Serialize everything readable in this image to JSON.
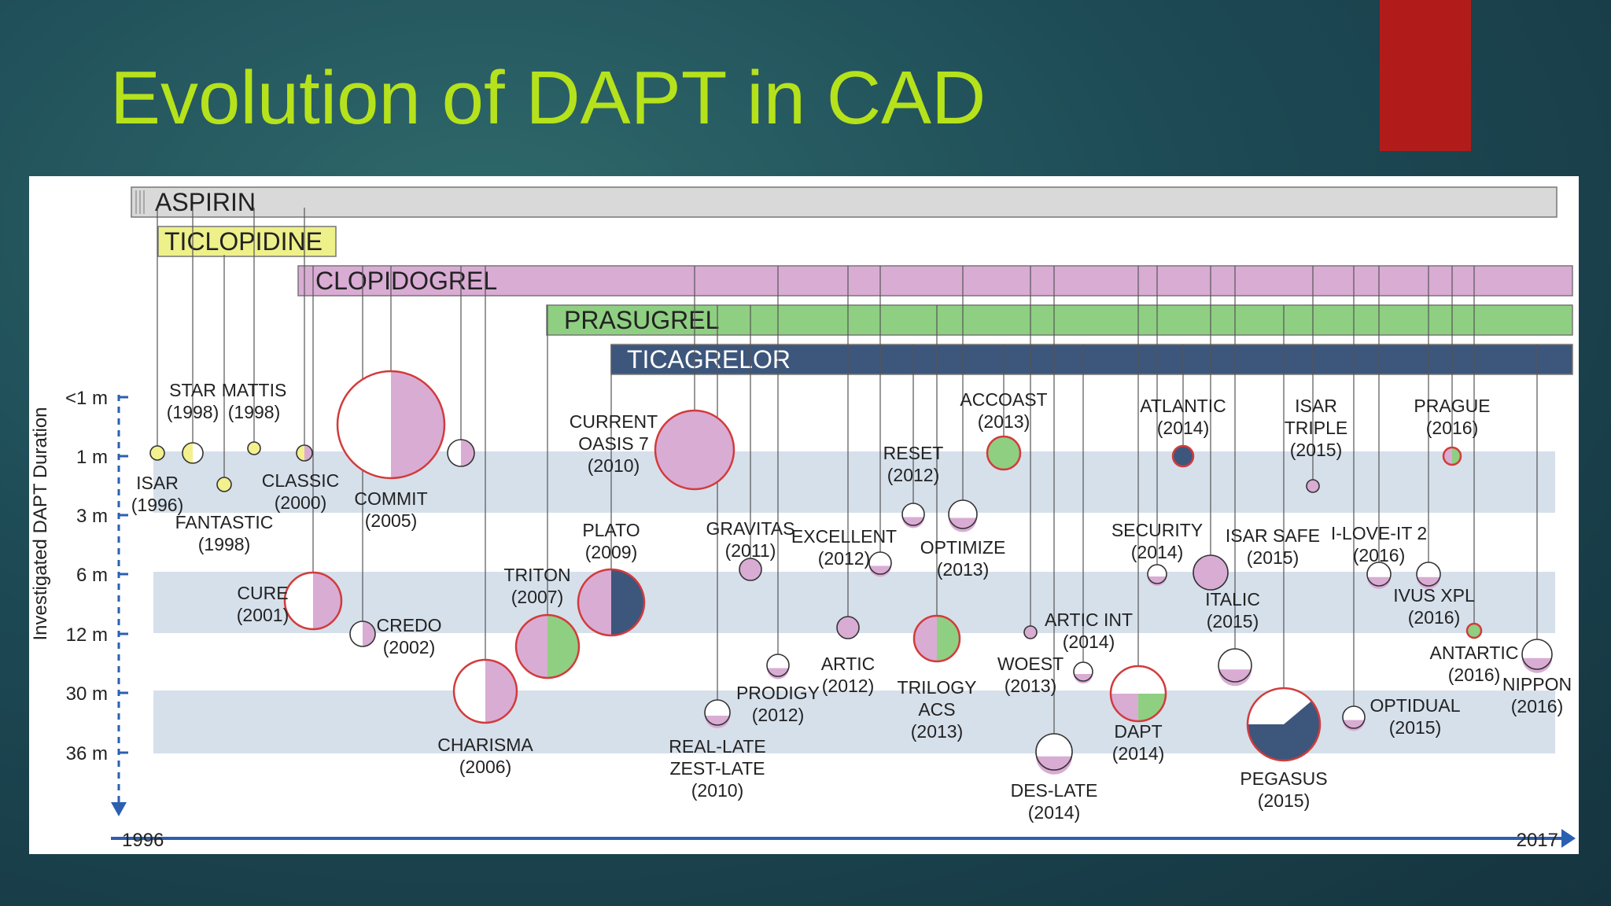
{
  "title": "Evolution of DAPT in CAD",
  "drugs": [
    {
      "name": "ASPIRIN",
      "color": "#d9d9d9",
      "text": "#222222"
    },
    {
      "name": "TICLOPIDINE",
      "color": "#eef08a",
      "text": "#222222"
    },
    {
      "name": "CLOPIDOGREL",
      "color": "#d9acd4",
      "text": "#222222"
    },
    {
      "name": "PRASUGREL",
      "color": "#8fcf82",
      "text": "#222222"
    },
    {
      "name": "TICAGRELOR",
      "color": "#3d567c",
      "text": "#ffffff"
    }
  ],
  "y_axis": {
    "label": "Investigated DAPT Duration",
    "levels": [
      "<1 m",
      "1 m",
      "3 m",
      "6 m",
      "12 m",
      "30 m",
      "36 m"
    ]
  },
  "x_axis": {
    "start": "1996",
    "end": "2017"
  },
  "trials": [
    {
      "name": "ISAR",
      "year": "(1996)",
      "size": "s",
      "fill": "yellow"
    },
    {
      "name": "STAR",
      "year": "(1998)",
      "size": "m",
      "fill": "yellow-white"
    },
    {
      "name": "FANTASTIC",
      "year": "(1998)",
      "size": "s",
      "fill": "yellow"
    },
    {
      "name": "MATTIS",
      "year": "(1998)",
      "size": "s",
      "fill": "yellow"
    },
    {
      "name": "CLASSIC",
      "year": "(2000)",
      "size": "s",
      "fill": "yellow-pink"
    },
    {
      "name": "COMMIT",
      "year": "(2005)",
      "size": "xl",
      "fill": "white-pink"
    },
    {
      "name": "",
      "year": "",
      "size": "m",
      "fill": "white-pink"
    },
    {
      "name": "CURE",
      "year": "(2001)",
      "size": "l",
      "fill": "white-pink"
    },
    {
      "name": "CREDO",
      "year": "(2002)",
      "size": "m",
      "fill": "white-pink"
    },
    {
      "name": "CHARISMA",
      "year": "(2006)",
      "size": "l",
      "fill": "white-pink"
    },
    {
      "name": "TRITON",
      "year": "(2007)",
      "size": "l",
      "fill": "pink-green"
    },
    {
      "name": "PLATO",
      "year": "(2009)",
      "size": "l",
      "fill": "pink-navy"
    },
    {
      "name": "CURRENT",
      "year": "OASIS 7",
      "year2": "(2010)",
      "size": "xl",
      "fill": "pink"
    },
    {
      "name": "REAL-LATE",
      "year": "ZEST-LATE",
      "year2": "(2010)",
      "size": "m",
      "fill": "white-pink-bottom"
    },
    {
      "name": "GRAVITAS",
      "year": "(2011)",
      "size": "m",
      "fill": "pink"
    },
    {
      "name": "PRODIGY",
      "year": "(2012)",
      "size": "m",
      "fill": "white-pink-bottom"
    },
    {
      "name": "EXCELLENT",
      "year": "(2012)",
      "size": "m",
      "fill": "white-pink-bottom"
    },
    {
      "name": "ARTIC",
      "year": "(2012)",
      "size": "m",
      "fill": "pink"
    },
    {
      "name": "RESET",
      "year": "(2012)",
      "size": "m",
      "fill": "white-pink-bottom"
    },
    {
      "name": "OPTIMIZE",
      "year": "(2013)",
      "size": "m",
      "fill": "white-pink-bottom"
    },
    {
      "name": "TRILOGY",
      "year": "ACS",
      "year2": "(2013)",
      "size": "l",
      "fill": "pink-green"
    },
    {
      "name": "ACCOAST",
      "year": "(2013)",
      "size": "m",
      "fill": "green"
    },
    {
      "name": "WOEST",
      "year": "(2013)",
      "size": "s",
      "fill": "pink"
    },
    {
      "name": "ARTIC INT",
      "year": "(2014)",
      "size": "m",
      "fill": "white-pink-bottom"
    },
    {
      "name": "DES-LATE",
      "year": "(2014)",
      "size": "l",
      "fill": "white-pink-bottom"
    },
    {
      "name": "DAPT",
      "year": "(2014)",
      "size": "l",
      "fill": "dapt"
    },
    {
      "name": "SECURITY",
      "year": "(2014)",
      "size": "m",
      "fill": "white-pink-bottom"
    },
    {
      "name": "ATLANTIC",
      "year": "(2014)",
      "size": "m",
      "fill": "navy"
    },
    {
      "name": "ISAR SAFE",
      "year": "(2015)",
      "size": "l",
      "fill": "pink"
    },
    {
      "name": "ITALIC",
      "year": "(2015)",
      "size": "l",
      "fill": "white-pink-bottom"
    },
    {
      "name": "ISAR",
      "year": "TRIPLE",
      "year2": "(2015)",
      "size": "s",
      "fill": "pink"
    },
    {
      "name": "PEGASUS",
      "year": "(2015)",
      "size": "xl",
      "fill": "pegasus"
    },
    {
      "name": "OPTIDUAL",
      "year": "(2015)",
      "size": "m",
      "fill": "white-pink-bottom"
    },
    {
      "name": "I-LOVE-IT 2",
      "year": "(2016)",
      "size": "m",
      "fill": "white-pink-bottom"
    },
    {
      "name": "IVUS XPL",
      "year": "(2016)",
      "size": "m",
      "fill": "white-pink-bottom"
    },
    {
      "name": "PRAGUE",
      "year": "(2016)",
      "size": "s",
      "fill": "pink-green"
    },
    {
      "name": "ANTARTIC",
      "year": "(2016)",
      "size": "s",
      "fill": "green"
    },
    {
      "name": "NIPPON",
      "year": "(2016)",
      "size": "m",
      "fill": "white-pink-bottom"
    }
  ]
}
